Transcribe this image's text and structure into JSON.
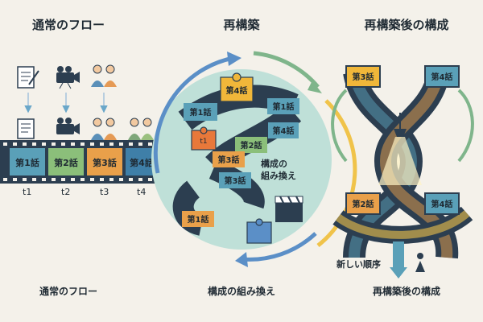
{
  "sections": [
    {
      "heading": "通常のフロー",
      "footer": "通常のフロー"
    },
    {
      "heading": "再構築",
      "footer": "構成の組み換え"
    },
    {
      "heading": "再構築後の構成",
      "footer": "再構築後の構成"
    }
  ],
  "episode_labels": [
    "第1話",
    "第2話",
    "第3話",
    "第4話"
  ],
  "time_labels": [
    "t1",
    "t2",
    "t3",
    "t4"
  ],
  "center_note": "構成の\n組み換え",
  "new_order_label": "新しい順序",
  "colors": {
    "ep1": "#5aa0b8",
    "ep2": "#8bbf7a",
    "ep3": "#e9a04a",
    "ep4": "#3f7fa8",
    "film": "#2c3e50",
    "circle": "#bfe0d8",
    "arrow_blue": "#5b8fc7",
    "arrow_green": "#7fb58b",
    "arrow_yellow": "#f0c34a",
    "tile": "#f0b73a"
  }
}
